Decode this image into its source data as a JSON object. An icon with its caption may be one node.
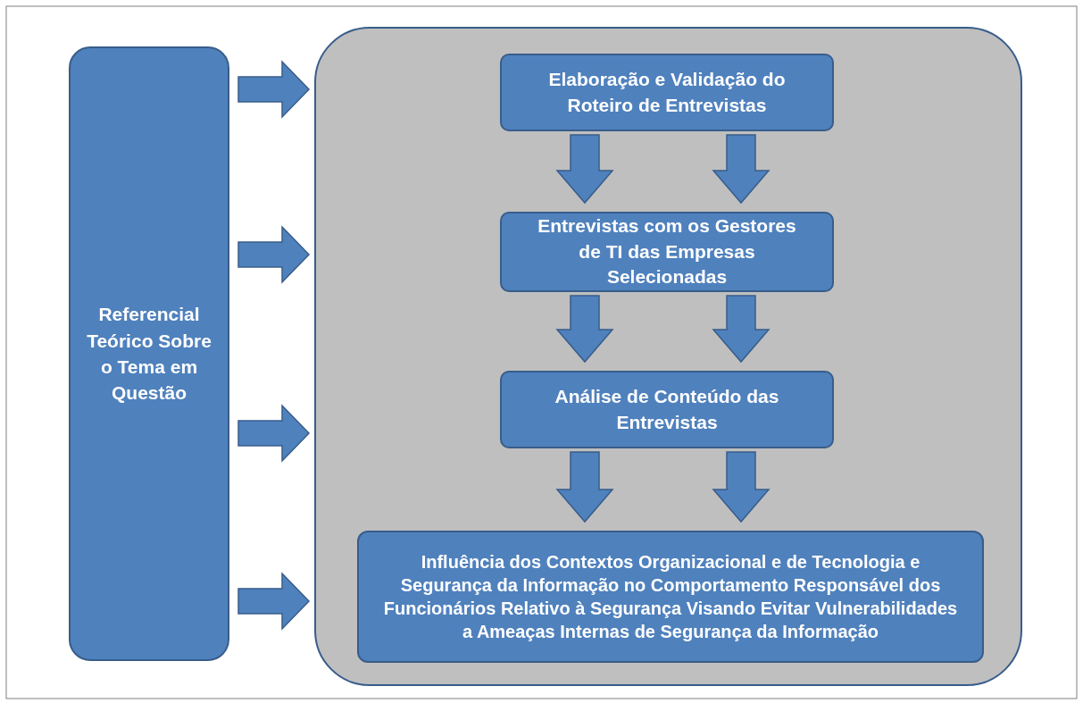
{
  "diagram": {
    "nodes": [
      {
        "text": [
          "Referencial Teórico Sobre o Tema em Questão"
        ]
      },
      {
        "text": [],
        "shape": "box"
      },
      {
        "text": [
          "Elaboração e Validação do Roteiro de Entrevistas"
        ],
        "in": 1
      },
      {
        "text": [
          "Entrevistas com os Gestores de TI das Empresas Selecionadas"
        ],
        "in": 1
      },
      {
        "text": [
          "Análise de Conteúdo das Entrevistas"
        ],
        "in": 1
      },
      {
        "text": [
          "Influência dos Contextos Organizacional e de Tecnologia e Segurança da Informação no Comportamento Responsável dos Funcionários Relativo à Segurança Visando Evitar Vulnerabilidades a Ameaças Internas de Segurança da Informação"
        ],
        "in": 1
      }
    ],
    "edges": [
      {
        "from": 0,
        "to": 1,
        "arrow": "to"
      },
      {
        "from": 0,
        "to": 1,
        "arrow": "to"
      },
      {
        "from": 0,
        "to": 1,
        "arrow": "to"
      },
      {
        "from": 0,
        "to": 1,
        "arrow": "to"
      },
      {
        "from": 2,
        "to": 3,
        "arrow": "to"
      },
      {
        "from": 2,
        "to": 3,
        "arrow": "to"
      },
      {
        "from": 3,
        "to": 4,
        "arrow": "to"
      },
      {
        "from": 3,
        "to": 4,
        "arrow": "to"
      },
      {
        "from": 4,
        "to": 5,
        "arrow": "to"
      },
      {
        "from": 4,
        "to": 5,
        "arrow": "to"
      }
    ]
  }
}
